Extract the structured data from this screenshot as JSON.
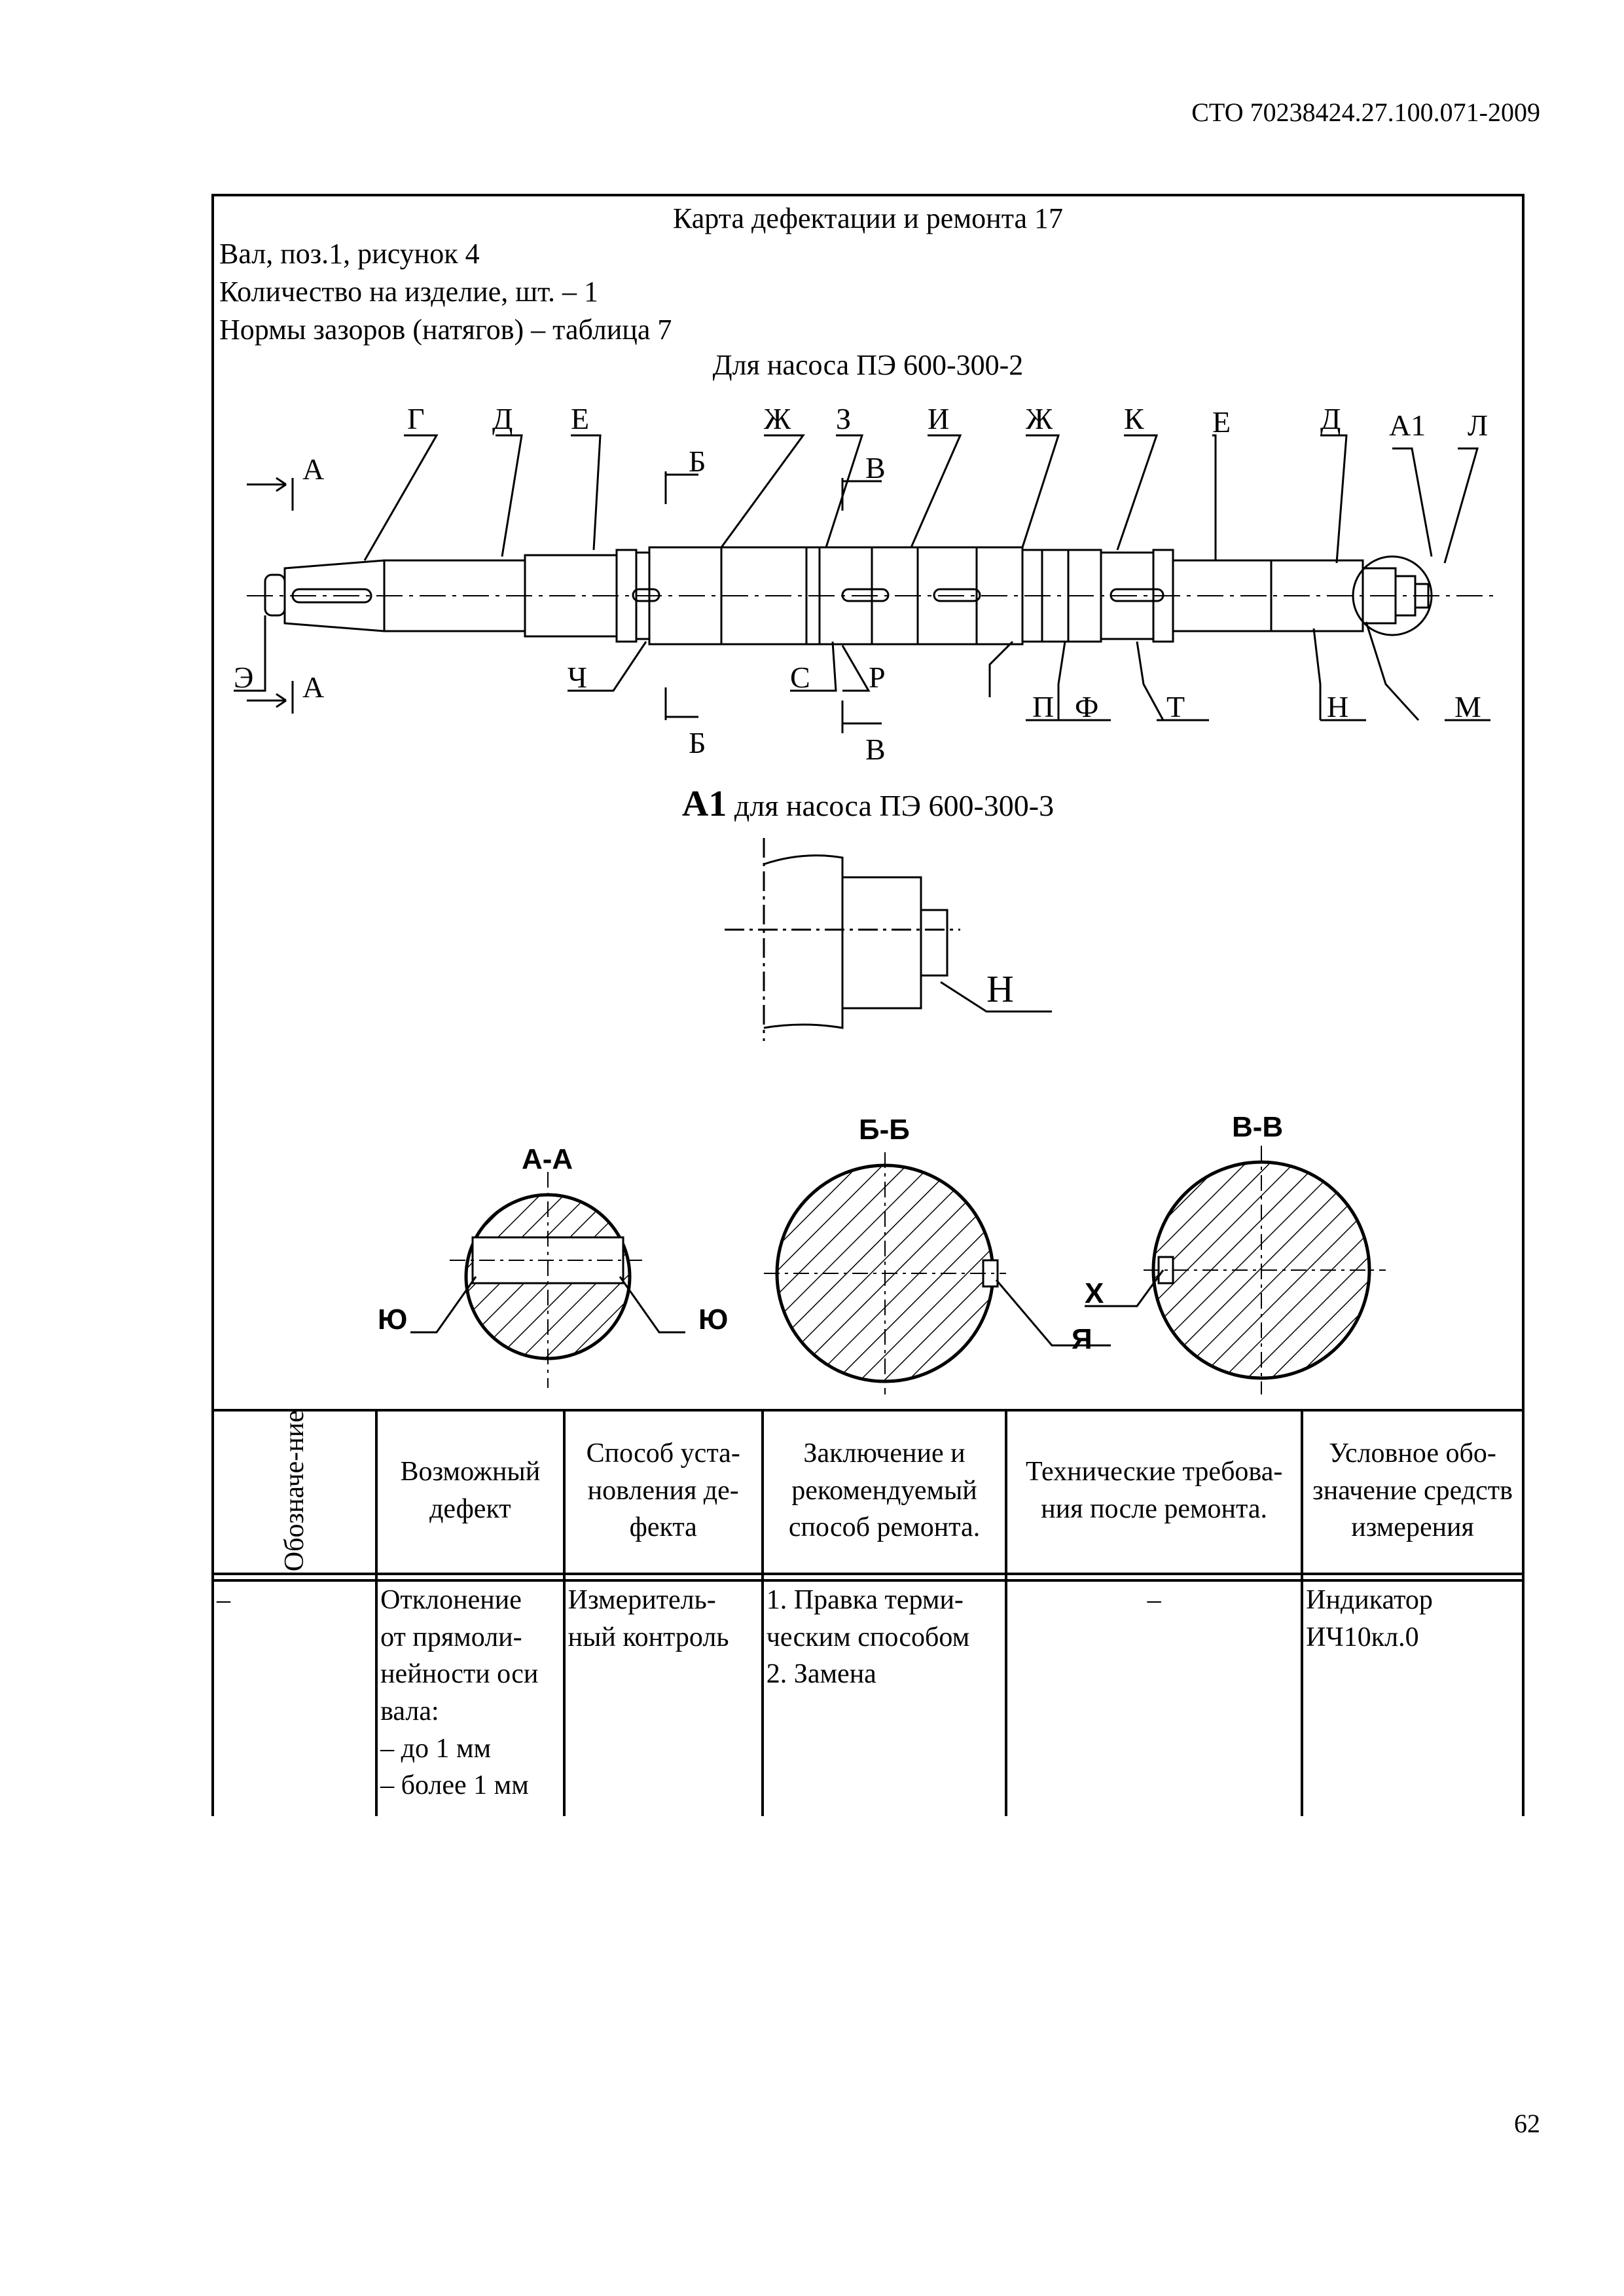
{
  "header": {
    "doc_code": "СТО 70238424.27.100.071-2009"
  },
  "card": {
    "title": "Карта дефектации и ремонта 17",
    "lines": [
      "Вал, поз.1, рисунок 4",
      "Количество на изделие, шт. – 1",
      "Нормы зазоров (натягов) – таблица 7"
    ],
    "variant": "Для насоса ПЭ 600-300-2"
  },
  "drawing": {
    "labels_top": [
      "Г",
      "Д",
      "Е",
      "Ж",
      "З",
      "И",
      "Ж",
      "К",
      "Е",
      "Д",
      "А1",
      "Л"
    ],
    "labels_bottom": [
      "Э",
      "Ч",
      "С",
      "Р",
      "П",
      "Ф",
      "Т",
      "Н",
      "М"
    ],
    "section_marks": {
      "a": "А",
      "b": "Б",
      "v": "В"
    },
    "detail_a1": {
      "label": "А1",
      "caption": "для насоса ПЭ 600-300-3",
      "pointer": "Н"
    },
    "sections": [
      {
        "title": "А-А",
        "labels": [
          "Ю",
          "Ю"
        ]
      },
      {
        "title": "Б-Б",
        "labels": [
          "Я"
        ]
      },
      {
        "title": "В-В",
        "labels": [
          "Х"
        ]
      }
    ]
  },
  "table": {
    "headers": [
      "Обозначе-ние",
      "Возможный дефект",
      "Способ уста-новления де-фекта",
      "Заключение и рекомендуемый способ ремонта.",
      "Технические требова-ния после ремонта.",
      "Условное обо-значение средств измерения"
    ],
    "rows": [
      {
        "designation": "–",
        "defect": [
          "Отклонение",
          "от прямоли-",
          "нейности оси",
          "вала:",
          "– до 1 мм",
          "– более 1 мм"
        ],
        "method": [
          "Измеритель-",
          "ный контроль"
        ],
        "repair": [
          "1. Правка терми-",
          "ческим способом",
          "2. Замена"
        ],
        "requirements": "–",
        "instrument": [
          "Индикатор",
          "ИЧ10кл.0"
        ]
      }
    ]
  },
  "footer": {
    "page_number": "62"
  }
}
